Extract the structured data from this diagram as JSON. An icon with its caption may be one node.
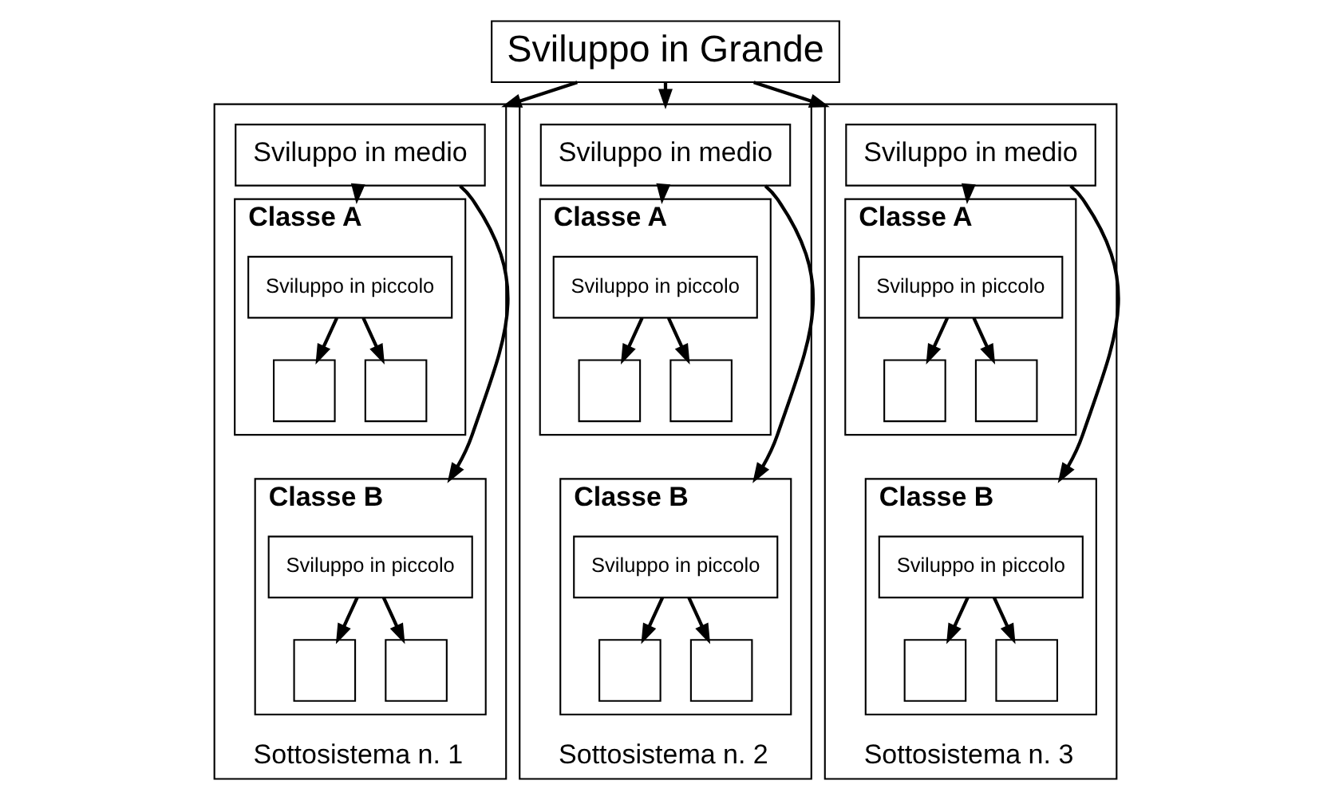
{
  "diagram": {
    "nodes": [
      {
        "text": [
          "Sviluppo in Grande"
        ]
      },
      {
        "text": [
          "Sottosistema n. 1"
        ]
      },
      {
        "text": [
          "Sviluppo in medio"
        ],
        "in": 1
      },
      {
        "text": [
          "Classe A"
        ],
        "in": 1
      },
      {
        "text": [
          "Sviluppo in piccolo"
        ],
        "in": 3
      },
      {
        "text": [],
        "shape": "box",
        "in": 3
      },
      {
        "text": [],
        "shape": "box",
        "in": 3
      },
      {
        "text": [
          "Classe B"
        ],
        "in": 1
      },
      {
        "text": [
          "Sviluppo in piccolo"
        ],
        "in": 7
      },
      {
        "text": [],
        "shape": "box",
        "in": 7
      },
      {
        "text": [],
        "shape": "box",
        "in": 7
      },
      {
        "text": [
          "Sottosistema n. 2"
        ]
      },
      {
        "text": [
          "Sviluppo in medio"
        ],
        "in": 11
      },
      {
        "text": [
          "Classe A"
        ],
        "in": 11
      },
      {
        "text": [
          "Sviluppo in piccolo"
        ],
        "in": 13
      },
      {
        "text": [],
        "shape": "box",
        "in": 13
      },
      {
        "text": [],
        "shape": "box",
        "in": 13
      },
      {
        "text": [
          "Classe B"
        ],
        "in": 11
      },
      {
        "text": [
          "Sviluppo in piccolo"
        ],
        "in": 17
      },
      {
        "text": [],
        "shape": "box",
        "in": 17
      },
      {
        "text": [],
        "shape": "box",
        "in": 17
      },
      {
        "text": [
          "Sottosistema n. 3"
        ]
      },
      {
        "text": [
          "Sviluppo in medio"
        ],
        "in": 21
      },
      {
        "text": [
          "Classe A"
        ],
        "in": 21
      },
      {
        "text": [
          "Sviluppo in piccolo"
        ],
        "in": 23
      },
      {
        "text": [],
        "shape": "box",
        "in": 23
      },
      {
        "text": [],
        "shape": "box",
        "in": 23
      },
      {
        "text": [
          "Classe B"
        ],
        "in": 21
      },
      {
        "text": [
          "Sviluppo in piccolo"
        ],
        "in": 27
      },
      {
        "text": [],
        "shape": "box",
        "in": 27
      },
      {
        "text": [],
        "shape": "box",
        "in": 27
      }
    ],
    "edges": [
      {
        "from": 0,
        "to": 1,
        "arrow": "to"
      },
      {
        "from": 0,
        "to": 11,
        "arrow": "to"
      },
      {
        "from": 0,
        "to": 21,
        "arrow": "to"
      },
      {
        "from": 2,
        "to": 3,
        "arrow": "to"
      },
      {
        "from": 2,
        "to": 7,
        "arrow": "to"
      },
      {
        "from": 4,
        "to": 5,
        "arrow": "to"
      },
      {
        "from": 4,
        "to": 6,
        "arrow": "to"
      },
      {
        "from": 8,
        "to": 9,
        "arrow": "to"
      },
      {
        "from": 8,
        "to": 10,
        "arrow": "to"
      },
      {
        "from": 12,
        "to": 13,
        "arrow": "to"
      },
      {
        "from": 12,
        "to": 17,
        "arrow": "to"
      },
      {
        "from": 14,
        "to": 15,
        "arrow": "to"
      },
      {
        "from": 14,
        "to": 16,
        "arrow": "to"
      },
      {
        "from": 18,
        "to": 19,
        "arrow": "to"
      },
      {
        "from": 18,
        "to": 20,
        "arrow": "to"
      },
      {
        "from": 22,
        "to": 23,
        "arrow": "to"
      },
      {
        "from": 22,
        "to": 27,
        "arrow": "to"
      },
      {
        "from": 24,
        "to": 25,
        "arrow": "to"
      },
      {
        "from": 24,
        "to": 26,
        "arrow": "to"
      },
      {
        "from": 28,
        "to": 29,
        "arrow": "to"
      },
      {
        "from": 28,
        "to": 30,
        "arrow": "to"
      }
    ]
  }
}
